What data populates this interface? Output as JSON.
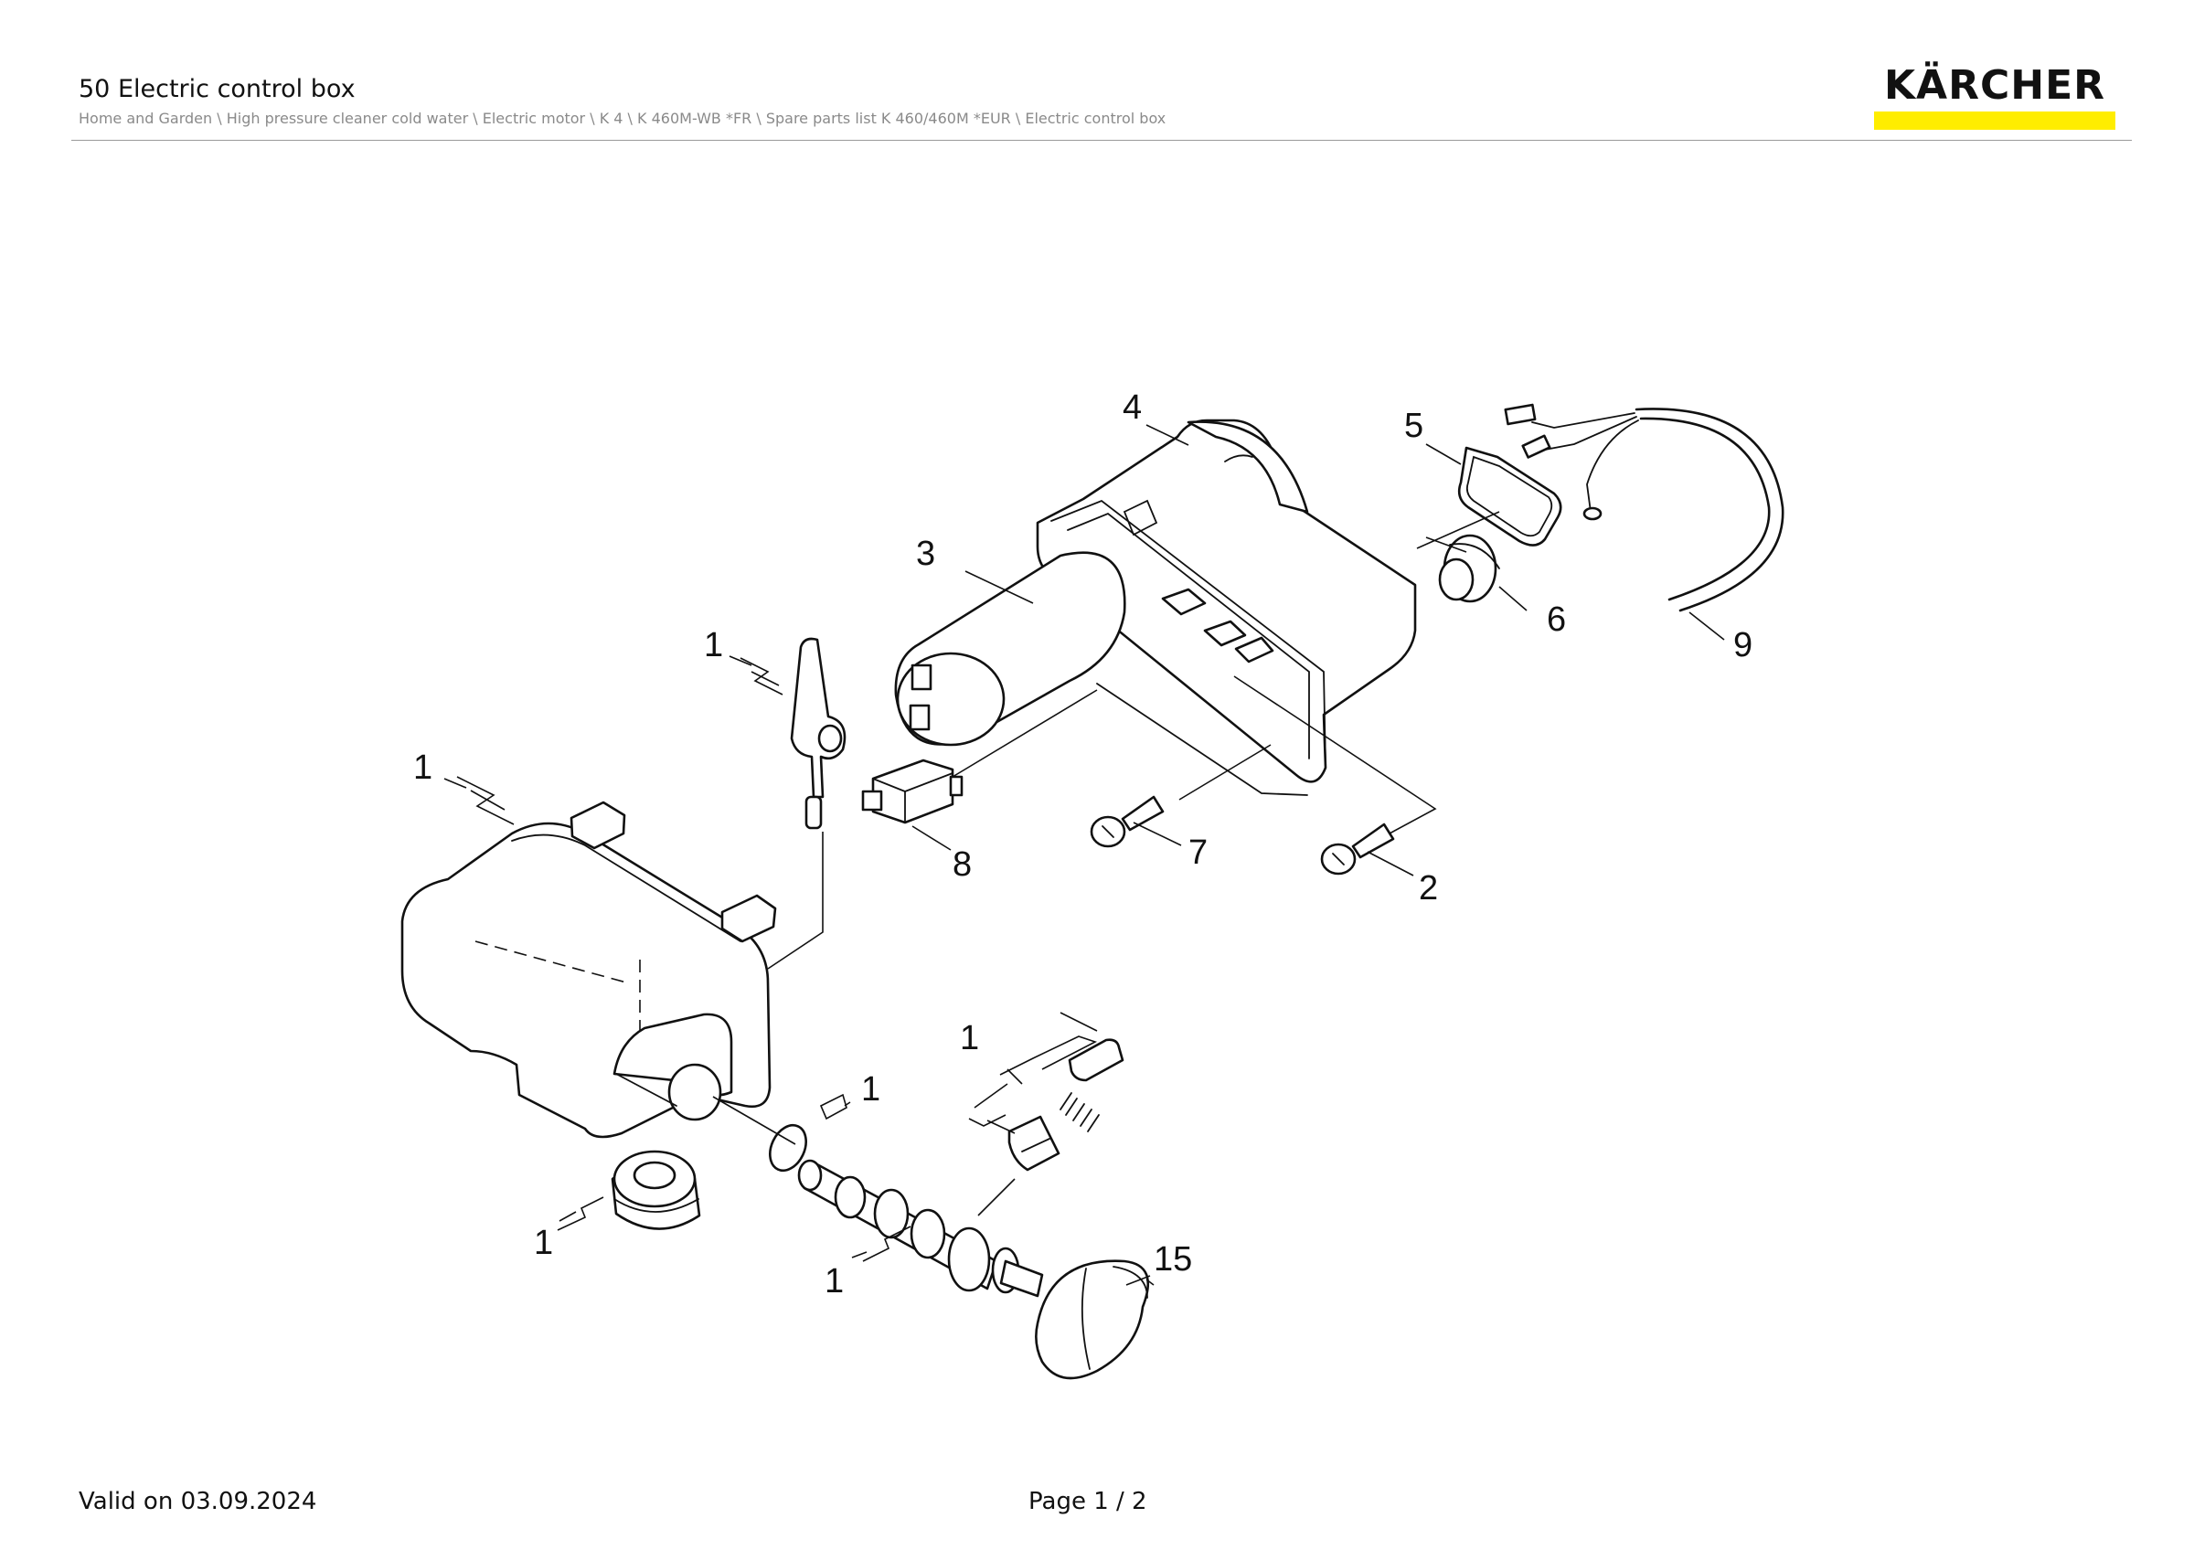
{
  "header": {
    "title": "50 Electric control box",
    "breadcrumb": "Home and Garden \\ High pressure cleaner cold water \\ Electric motor \\ K 4 \\ K 460M-WB *FR \\ Spare parts list K 460/460M *EUR \\ Electric control box"
  },
  "logo": {
    "text": "KÄRCHER",
    "accent_color": "#ffed00"
  },
  "diagram": {
    "callouts": {
      "c1a": "1",
      "c1b": "1",
      "c1c": "1",
      "c1d": "1",
      "c1e": "1",
      "c1f": "1",
      "c2": "2",
      "c3": "3",
      "c4": "4",
      "c5": "5",
      "c6": "6",
      "c7": "7",
      "c8": "8",
      "c9": "9",
      "c15": "15"
    }
  },
  "footer": {
    "valid": "Valid on 03.09.2024",
    "page": "Page 1 / 2"
  }
}
